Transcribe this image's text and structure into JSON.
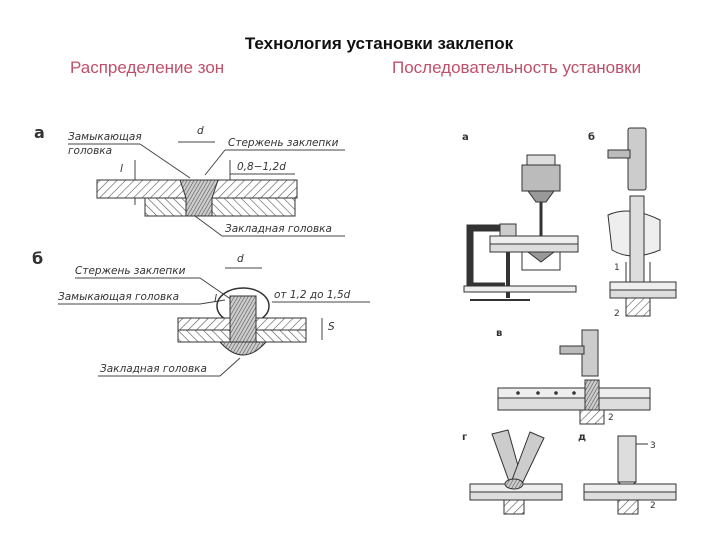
{
  "title": "Технология установки заклепок",
  "subtitle_left": "Распределение зон",
  "subtitle_right": "Последовательность установки",
  "left_diagram": {
    "panel_a": {
      "letter": "а",
      "label_closing_head": "Замыкающая",
      "label_closing_head_2": "головка",
      "label_d": "d",
      "label_shank": "Стержень заклепки",
      "label_l": "l",
      "label_height": "0,8−1,2d",
      "label_factory_head": "Закладная головка"
    },
    "panel_b": {
      "letter": "б",
      "label_shank": "Стержень заклепки",
      "label_d": "d",
      "label_closing_head": "Замыкающая головка",
      "label_l": "l",
      "label_length": "от 1,2 до 1,5d",
      "label_s": "S",
      "label_factory_head": "Закладная головка"
    }
  },
  "right_diagram": {
    "step_a": "а",
    "step_b": "б",
    "step_v": "в",
    "step_g": "г",
    "step_d": "д",
    "num_1": "1",
    "num_2": "2",
    "num_3": "3"
  }
}
